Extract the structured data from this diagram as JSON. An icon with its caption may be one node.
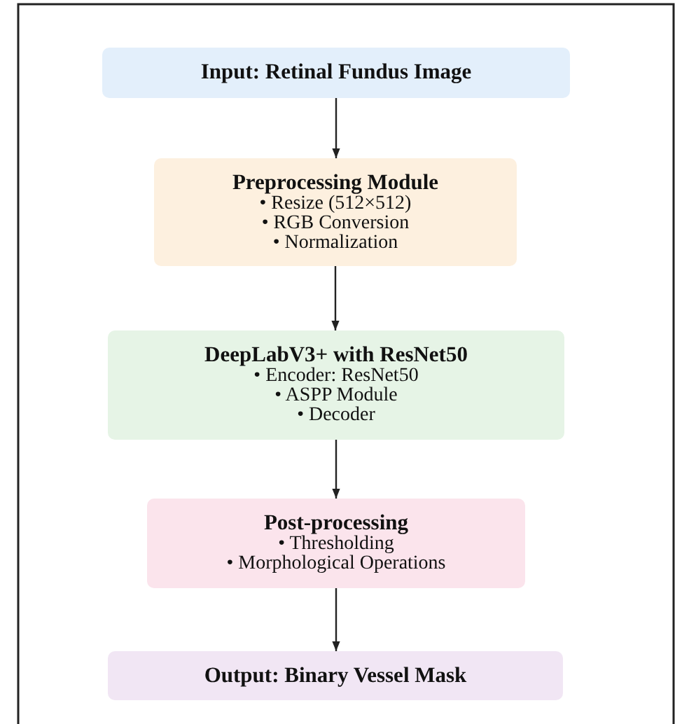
{
  "diagram": {
    "nodes": [
      {
        "text": [
          "Input: Retinal Fundus Image"
        ]
      },
      {
        "text": [
          "Preprocessing Module",
          "• Resize (512×512)",
          "• RGB Conversion",
          "• Normalization"
        ]
      },
      {
        "text": [
          "DeepLabV3+ with ResNet50",
          "• Encoder: ResNet50",
          "• ASPP Module",
          "• Decoder"
        ]
      },
      {
        "text": [
          "Post-processing",
          "• Thresholding",
          "• Morphological Operations"
        ]
      },
      {
        "text": [
          "Output: Binary Vessel Mask"
        ]
      }
    ],
    "edges": [
      {
        "from": 0,
        "to": 1,
        "arrow": "to"
      },
      {
        "from": 1,
        "to": 2,
        "arrow": "to"
      },
      {
        "from": 2,
        "to": 3,
        "arrow": "to"
      },
      {
        "from": 3,
        "to": 4,
        "arrow": "to"
      }
    ]
  }
}
